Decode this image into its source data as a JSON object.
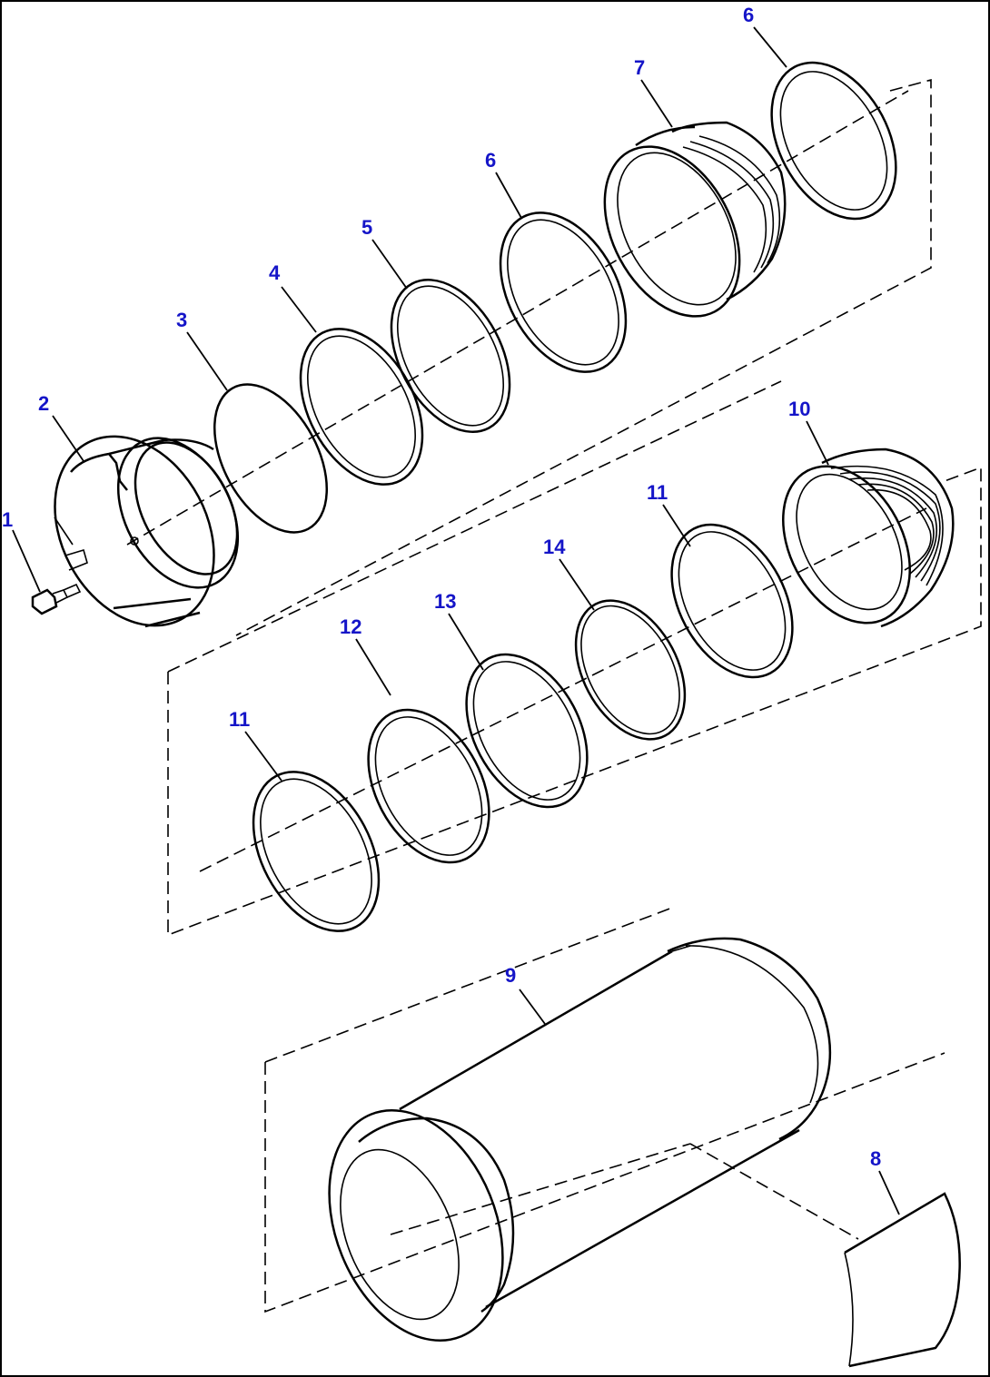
{
  "callouts": {
    "c1": "1",
    "c2": "2",
    "c3": "3",
    "c4": "4",
    "c5": "5",
    "c6a": "6",
    "c6b": "6",
    "c7": "7",
    "c8": "8",
    "c9": "9",
    "c10": "10",
    "c11a": "11",
    "c11b": "11",
    "c12": "12",
    "c13": "13",
    "c14": "14"
  },
  "colors": {
    "callout": "#1515c8",
    "line": "#000000",
    "background": "#ffffff"
  }
}
